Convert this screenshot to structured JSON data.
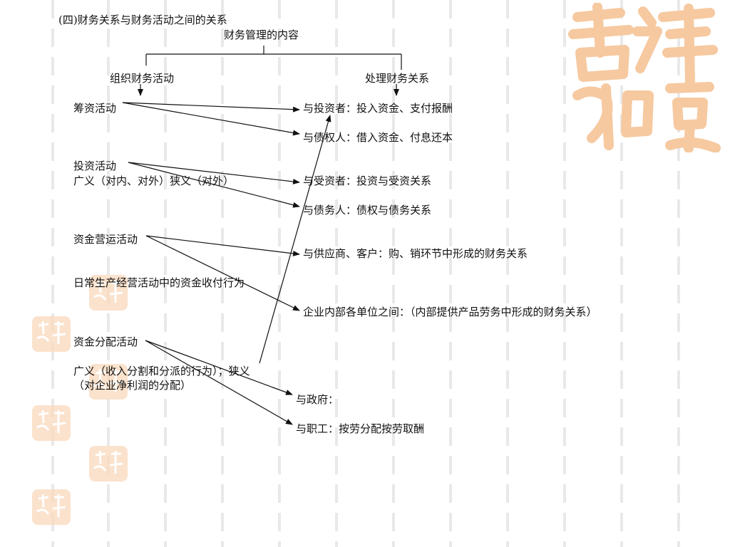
{
  "colors": {
    "seal": "#f6c9a0",
    "lines": "#111111",
    "stripes": "#e9e9e9"
  },
  "heading": "(四)财务关系与财务活动之间的关系",
  "root": "财务管理的内容",
  "branches": {
    "left": "组织财务活动",
    "right": "处理财务关系"
  },
  "activities": {
    "financing": "筹资活动",
    "investing": "投资活动",
    "investing_scope": "广义（对内、对外）狭义（对外）",
    "operating": "资金营运活动",
    "operating_note": "日常生产经营活动中的资金收付行为",
    "distribution": "资金分配活动",
    "distribution_scope_1": "广义（收入分割和分派的行为）；狭义",
    "distribution_scope_2": "（对企业净利润的分配）"
  },
  "relations": {
    "investors": "与投资者：投入资金、支付报酬",
    "creditors": "与债权人：借入资金、付息还本",
    "investees": "与受资者：投资与受资关系",
    "debtors": "与债务人：债权与债务关系",
    "suppliers": "与供应商、客户：购、销环节中形成的财务关系",
    "internal": "企业内部各单位之间：（内部提供产品劳务中形成的财务关系）",
    "government": "与政府：",
    "employees": "与职工：按劳分配按劳取酬"
  }
}
